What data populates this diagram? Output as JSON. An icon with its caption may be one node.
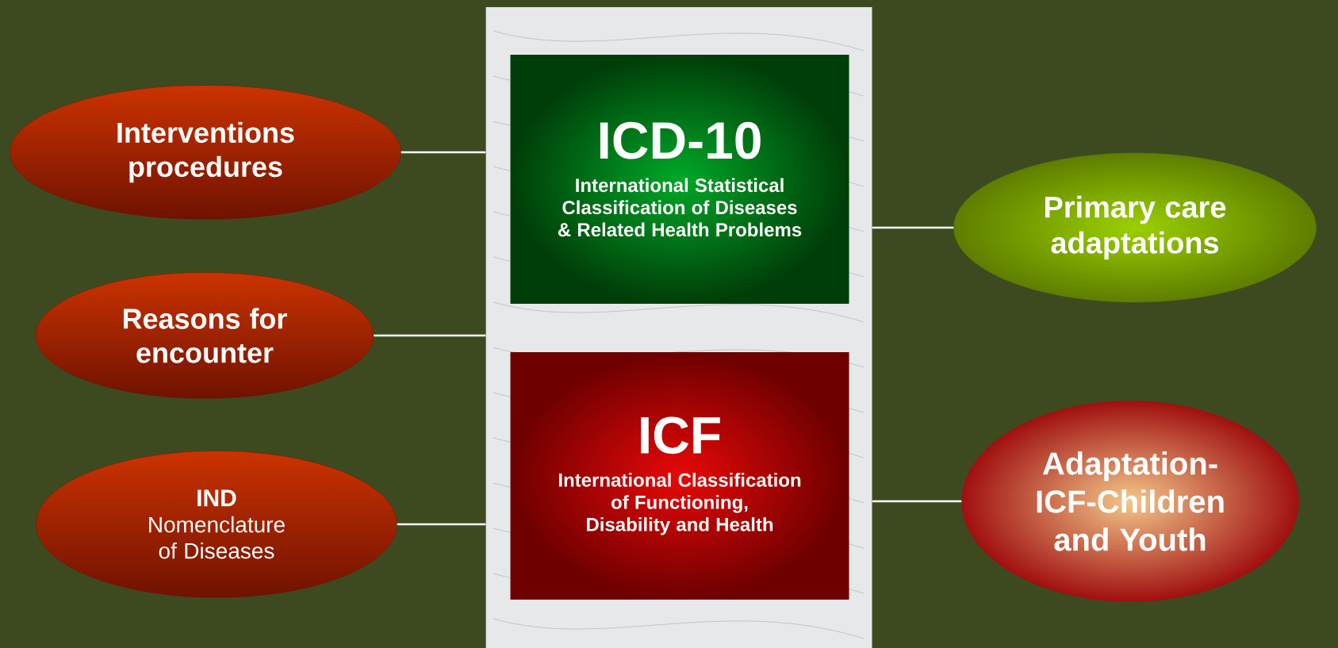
{
  "diagram": {
    "nodes": [
      {
        "text": [],
        "shape": "box"
      },
      {
        "text": [
          "ICD-10",
          "International Statistical Classification of Diseases & Related Health Problems"
        ],
        "in": 0
      },
      {
        "text": [
          "ICF",
          "International Classification of Functioning, Disability and Health"
        ],
        "in": 0
      },
      {
        "text": [
          "Interventions procedures"
        ]
      },
      {
        "text": [
          "Reasons for encounter"
        ]
      },
      {
        "text": [
          "IND",
          "Nomenclature of Diseases"
        ]
      },
      {
        "text": [
          "Primary care adaptations"
        ]
      },
      {
        "text": [
          "Adaptation-ICF-Children and Youth"
        ]
      }
    ],
    "edges": [
      {
        "from": 3,
        "to": 0,
        "arrow": "none"
      },
      {
        "from": 4,
        "to": 0,
        "arrow": "none"
      },
      {
        "from": 5,
        "to": 0,
        "arrow": "none"
      },
      {
        "from": 0,
        "to": 6,
        "arrow": "none"
      },
      {
        "from": 0,
        "to": 7,
        "arrow": "none"
      }
    ]
  }
}
